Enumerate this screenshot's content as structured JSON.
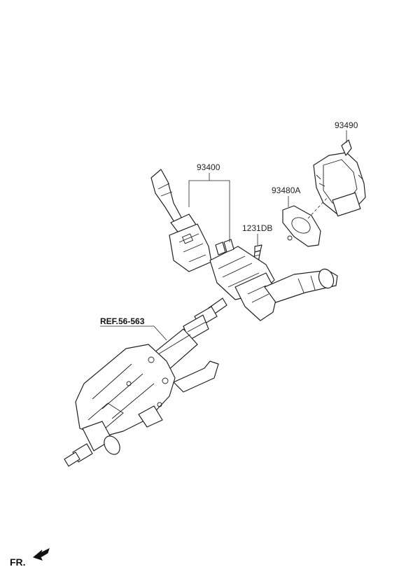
{
  "labels": {
    "part_93490": "93490",
    "part_93400": "93400",
    "part_93480A": "93480A",
    "part_1231DB": "1231DB",
    "ref": "REF.56-563",
    "front": "FR."
  }
}
